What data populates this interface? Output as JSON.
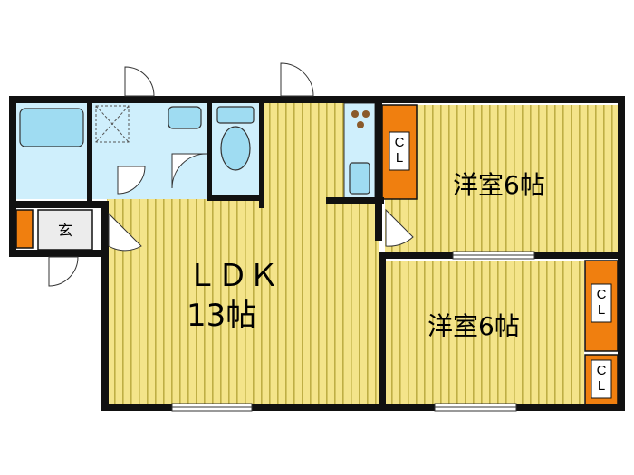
{
  "rooms": {
    "ldk": {
      "line1": "ＬＤＫ",
      "line2": "13帖"
    },
    "western_top": {
      "label": "洋室6帖"
    },
    "western_bottom": {
      "label": "洋室6帖"
    }
  },
  "closets": {
    "top": "C\nL",
    "right_upper": "C\nL",
    "right_lower": "C\nL"
  },
  "entrance": {
    "label": "玄"
  },
  "colors": {
    "floor": "#f4e48a",
    "floor_stripe": "#bfae45",
    "wet_area": "#cfeffc",
    "closet": "#f07f0f",
    "wall": "#111111",
    "fixture": "#9fdcf2"
  }
}
